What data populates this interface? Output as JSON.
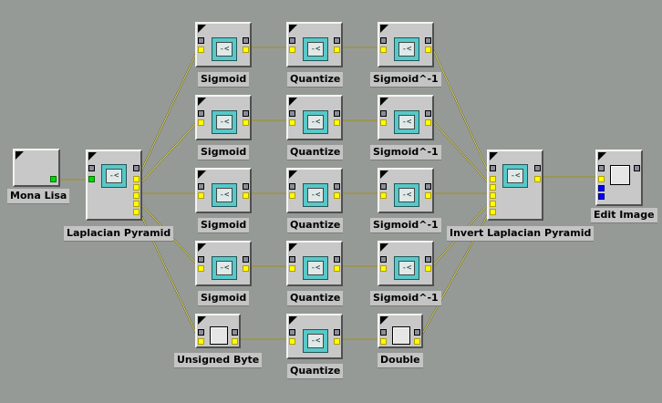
{
  "network": {
    "source": {
      "label": "Mona Lisa"
    },
    "pyramid": {
      "label": "Laplacian Pyramid"
    },
    "inverse": {
      "label": "Invert Laplacian Pyramid"
    },
    "output": {
      "label": "Edit Image"
    },
    "bands": [
      {
        "forward": "Sigmoid",
        "quantize": "Quantize",
        "reverse": "Sigmoid^-1"
      },
      {
        "forward": "Sigmoid",
        "quantize": "Quantize",
        "reverse": "Sigmoid^-1"
      },
      {
        "forward": "Sigmoid",
        "quantize": "Quantize",
        "reverse": "Sigmoid^-1"
      },
      {
        "forward": "Sigmoid",
        "quantize": "Quantize",
        "reverse": "Sigmoid^-1"
      },
      {
        "forward": "Unsigned Byte",
        "quantize": "Quantize",
        "reverse": "Double"
      }
    ]
  },
  "icons": {
    "network": "subnetwork-icon",
    "blank": "image-icon"
  },
  "colors": {
    "background": "#969a96",
    "module": "#c8c8c8",
    "input_port": "#ffff00",
    "output_port_green": "#00d800",
    "output_port_blue": "#0000ff",
    "wire_highlight": "#e8e060"
  }
}
